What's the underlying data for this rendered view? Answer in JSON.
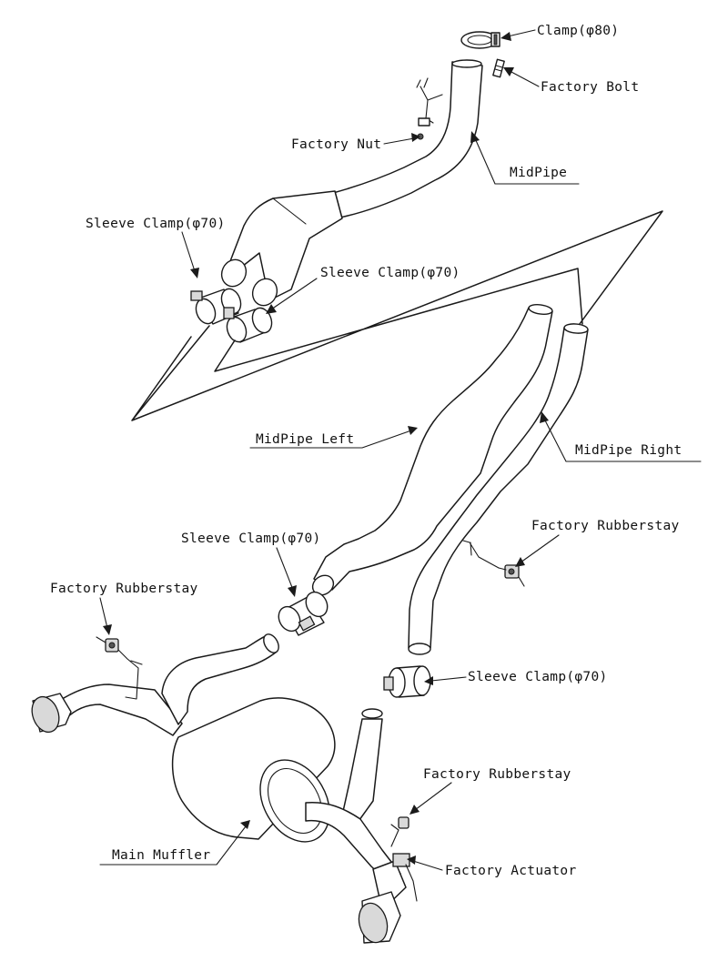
{
  "labels": {
    "clamp_80": "Clamp(φ80)",
    "factory_bolt": "Factory Bolt",
    "factory_nut": "Factory Nut",
    "midpipe": "MidPipe",
    "sleeve_clamp_1": "Sleeve Clamp(φ70)",
    "sleeve_clamp_2": "Sleeve Clamp(φ70)",
    "midpipe_left": "MidPipe Left",
    "midpipe_right": "MidPipe Right",
    "sleeve_clamp_3": "Sleeve Clamp(φ70)",
    "factory_rubberstay_right": "Factory Rubberstay",
    "factory_rubberstay_left": "Factory Rubberstay",
    "sleeve_clamp_4": "Sleeve Clamp(φ70)",
    "factory_rubberstay_lower": "Factory Rubberstay",
    "main_muffler": "Main Muffler",
    "factory_actuator": "Factory Actuator"
  }
}
